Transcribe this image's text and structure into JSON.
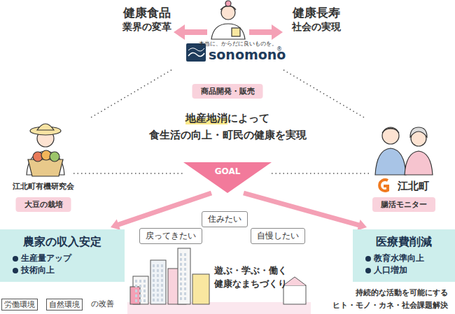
{
  "diagram": {
    "nodes": [
      {
        "text": [
          "商品開発・販売"
        ]
      },
      {
        "text": [
          "GOAL"
        ]
      },
      {
        "text": [
          "大豆の栽培"
        ]
      },
      {
        "text": [
          "腸活モニター"
        ]
      },
      {
        "text": [
          "住みたい"
        ]
      },
      {
        "text": [
          "戻ってきたい"
        ]
      },
      {
        "text": [
          "自慢したい"
        ]
      },
      {
        "text": [
          "農家の収入安定",
          "生産量アップ",
          "技術向上"
        ]
      },
      {
        "text": [
          "労働環境"
        ]
      },
      {
        "text": [
          "自然環境"
        ]
      },
      {
        "text": [
          "医療費削減",
          "教育水準向上",
          "人口増加"
        ]
      }
    ],
    "edges": [
      {
        "from": 1,
        "to": 7,
        "arrow": "to"
      },
      {
        "from": 1,
        "to": 10,
        "arrow": "to"
      }
    ],
    "labels": [
      "健康食品",
      "業界の変革",
      "健康長寿",
      "社会の実現",
      "本当に、からだに良いものを。",
      "sonomono",
      "®",
      "地産地消によって",
      "食生活の向上・町民の健康を実現",
      "江北町有機研究会",
      "江北町",
      "遊ぶ・学ぶ・働く",
      "健康なまちづくり",
      "の改善",
      "持続的な活動を可能にする",
      "ヒト・モノ・カネ・社会課題解決"
    ]
  }
}
